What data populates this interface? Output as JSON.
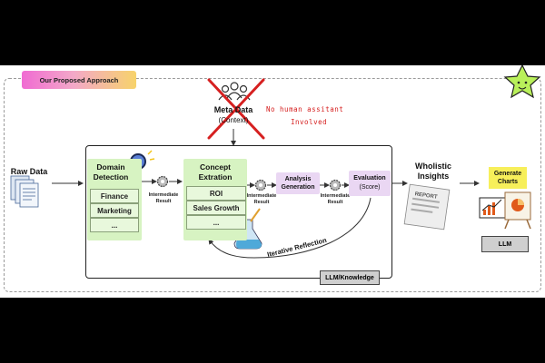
{
  "badge": "Our Proposed Approach",
  "meta": {
    "title": "Meta Data",
    "subtitle": "(Context)",
    "note_line1": "No human assitant",
    "note_line2": "Involved"
  },
  "raw_data": "Raw Data",
  "domain": {
    "title_line1": "Domain",
    "title_line2": "Detection",
    "items": [
      "Finance",
      "Marketing",
      "..."
    ]
  },
  "intermediate_1": {
    "line1": "Intermediate",
    "line2": "Result"
  },
  "concept": {
    "title_line1": "Concept",
    "title_line2": "Extration",
    "items": [
      "ROI",
      "Sales Growth",
      "..."
    ]
  },
  "intermediate_2": {
    "line1": "Intermediate",
    "line2": "Result"
  },
  "analysis": {
    "line1": "Analysis",
    "line2": "Generation"
  },
  "intermediate_3": {
    "line1": "Intermediate",
    "line2": "Result"
  },
  "evaluation": {
    "line1": "Evaluation",
    "line2": "(Score)"
  },
  "reflection": "Iterative Reflection",
  "llm_knowledge": "LLM/Knowledge",
  "insights": {
    "line1": "Wholistic",
    "line2": "Insights"
  },
  "report": "REPORT",
  "generate": {
    "line1": "Generate",
    "line2": "Charts"
  },
  "llm": "LLM",
  "icons": [
    "people-icon",
    "doc-stack-icon",
    "magnifier-icon",
    "gear-icon",
    "flask-icon",
    "report-icon",
    "chart-board-icon",
    "star-mascot-icon"
  ],
  "colors": {
    "green": "#d7f3c2",
    "purple": "#ead7f3",
    "yellow": "#f7ef5a",
    "red": "#d62020"
  }
}
